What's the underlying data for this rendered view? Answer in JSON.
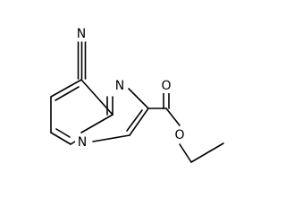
{
  "molecule": {
    "name": "",
    "atoms": {
      "nitrile_n": "N",
      "ring_n": "N",
      "bridge_n": "N",
      "carbonyl_o": "O",
      "ester_o": "O"
    }
  },
  "colors": {
    "background": "#ffffff",
    "bond": "#000000",
    "label": "#000000"
  }
}
